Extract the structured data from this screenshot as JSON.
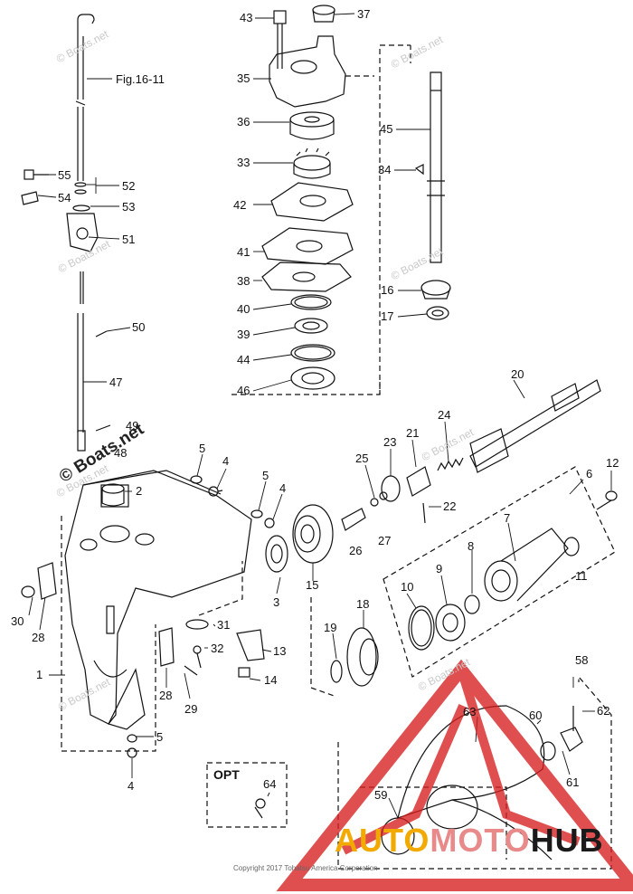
{
  "callouts": {
    "n1": "1",
    "n2": "2",
    "n3": "3",
    "n4a": "4",
    "n4b": "4",
    "n4c": "4",
    "n5a": "5",
    "n5b": "5",
    "n5c": "5",
    "n6": "6",
    "n7": "7",
    "n8": "8",
    "n9": "9",
    "n10": "10",
    "n11": "11",
    "n12": "12",
    "n13": "13",
    "n14": "14",
    "n15": "15",
    "n16": "16",
    "n17": "17",
    "n18": "18",
    "n19": "19",
    "n20": "20",
    "n21": "21",
    "n22": "22",
    "n23": "23",
    "n24": "24",
    "n25": "25",
    "n26": "26",
    "n27": "27",
    "n28a": "28",
    "n28b": "28",
    "n29": "29",
    "n30": "30",
    "n31": "31",
    "n32": "32",
    "n33": "33",
    "n34": "34",
    "n35": "35",
    "n36": "36",
    "n37": "37",
    "n38": "38",
    "n39": "39",
    "n40": "40",
    "n41": "41",
    "n42": "42",
    "n43": "43",
    "n44": "44",
    "n45": "45",
    "n46": "46",
    "n47": "47",
    "n48": "48",
    "n49": "49",
    "n50": "50",
    "n51": "51",
    "n52": "52",
    "n53": "53",
    "n54": "54",
    "n55": "55",
    "n58": "58",
    "n59": "59",
    "n60": "60",
    "n61": "61",
    "n62": "62",
    "n63": "63",
    "n64": "64"
  },
  "fig_ref": "Fig.16-11",
  "opt_label": "OPT",
  "watermark": "© Boats.net",
  "watermark_large": "© Boats.net",
  "copyright": "Copyright 2017 Tohatsu America Corporation",
  "logo": {
    "part1": "AUTO",
    "part2": "MOTO",
    "part3": "HUB",
    "color_auto": "#f2a900",
    "color_moto": "#e88a8a",
    "color_hub": "#1a1a1a",
    "triangle_color": "#d81e1e"
  }
}
